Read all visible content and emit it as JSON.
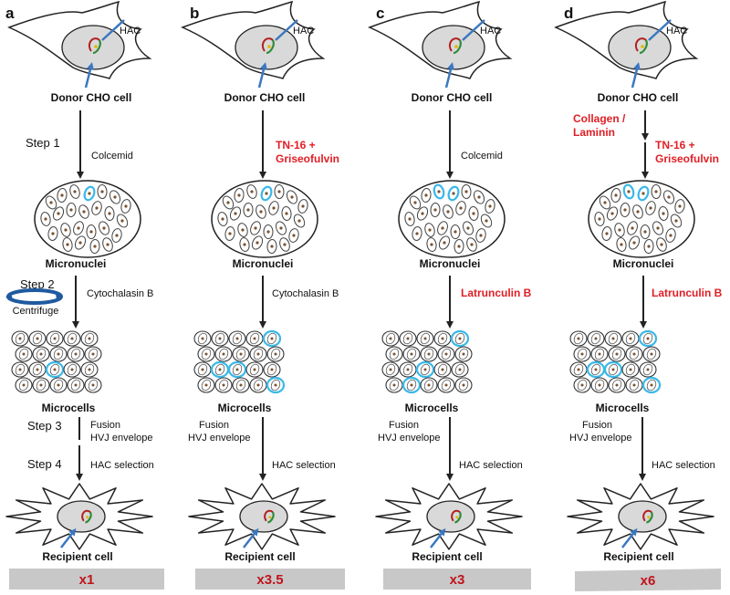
{
  "colors": {
    "arrow": "#222222",
    "accent_red": "#e01e25",
    "fold_text": "#c0141b",
    "hac_blue": "#3b78c0",
    "highlight_cyan": "#39b8e8",
    "nucleus_fill": "#d9d9d9",
    "bar_fill": "#c8c8c8",
    "spiral_red": "#b22222",
    "spiral_green": "#2e8b3a",
    "spiral_yellow": "#e0b800",
    "centrifuge_blue": "#1f5aa0"
  },
  "panels": [
    {
      "letter": "a",
      "hac_label": "HAC",
      "donor_label": "Donor CHO cell",
      "step1": "Step 1",
      "treatment1": "Colcemid",
      "treatment1_red": false,
      "micronuclei_label": "Micronuclei",
      "step2": "Step 2",
      "centrifuge_label": "Centrifuge",
      "treatment2": "Cytochalasin B",
      "treatment2_red": false,
      "microcells_label": "Microcells",
      "step3": "Step 3",
      "fusion_line1": "Fusion",
      "fusion_line2": "HVJ envelope",
      "step4": "Step 4",
      "selection": "HAC selection",
      "recipient_label": "Recipient cell",
      "fold": "x1"
    },
    {
      "letter": "b",
      "hac_label": "HAC",
      "donor_label": "Donor CHO cell",
      "treatment1_line1": "TN-16 +",
      "treatment1_line2": "Griseofulvin",
      "treatment1_red": true,
      "micronuclei_label": "Micronuclei",
      "treatment2": "Cytochalasin B",
      "treatment2_red": false,
      "microcells_label": "Microcells",
      "fusion_line1": "Fusion",
      "fusion_line2": "HVJ envelope",
      "selection": "HAC selection",
      "recipient_label": "Recipient cell",
      "fold": "x3.5"
    },
    {
      "letter": "c",
      "hac_label": "HAC",
      "donor_label": "Donor CHO cell",
      "treatment1": "Colcemid",
      "treatment1_red": false,
      "micronuclei_label": "Micronuclei",
      "treatment2": "Latrunculin B",
      "treatment2_red": true,
      "microcells_label": "Microcells",
      "fusion_line1": "Fusion",
      "fusion_line2": "HVJ envelope",
      "selection": "HAC selection",
      "recipient_label": "Recipient cell",
      "fold": "x3"
    },
    {
      "letter": "d",
      "hac_label": "HAC",
      "donor_label": "Donor CHO cell",
      "pre_line1": "Collagen /",
      "pre_line2": "Laminin",
      "treatment1_line1": "TN-16 +",
      "treatment1_line2": "Griseofulvin",
      "treatment1_red": true,
      "micronuclei_label": "Micronuclei",
      "treatment2": "Latrunculin B",
      "treatment2_red": true,
      "microcells_label": "Microcells",
      "fusion_line1": "Fusion",
      "fusion_line2": "HVJ envelope",
      "selection": "HAC selection",
      "recipient_label": "Recipient cell",
      "fold": "x6"
    }
  ]
}
